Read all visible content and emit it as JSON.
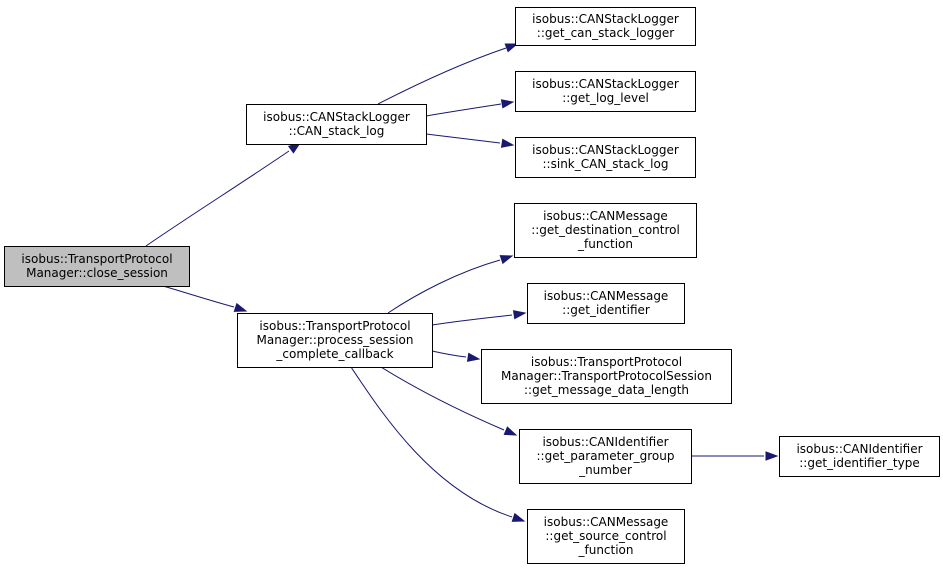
{
  "colors": {
    "edge": "#191970",
    "node_border": "#000000",
    "node_fill": "#ffffff",
    "root_fill": "#bfbfbf"
  },
  "nodes": [
    {
      "id": "close_session",
      "root": true,
      "lines": [
        "isobus::TransportProtocol",
        "Manager::close_session"
      ]
    },
    {
      "id": "can_stack_log",
      "lines": [
        "isobus::CANStackLogger",
        "::CAN_stack_log"
      ]
    },
    {
      "id": "process_session_complete_callback",
      "lines": [
        "isobus::TransportProtocol",
        "Manager::process_session",
        "_complete_callback"
      ]
    },
    {
      "id": "get_can_stack_logger",
      "lines": [
        "isobus::CANStackLogger",
        "::get_can_stack_logger"
      ]
    },
    {
      "id": "get_log_level",
      "lines": [
        "isobus::CANStackLogger",
        "::get_log_level"
      ]
    },
    {
      "id": "sink_can_stack_log",
      "lines": [
        "isobus::CANStackLogger",
        "::sink_CAN_stack_log"
      ]
    },
    {
      "id": "get_destination_control_function",
      "lines": [
        "isobus::CANMessage",
        "::get_destination_control",
        "_function"
      ]
    },
    {
      "id": "get_identifier",
      "lines": [
        "isobus::CANMessage",
        "::get_identifier"
      ]
    },
    {
      "id": "get_message_data_length",
      "lines": [
        "isobus::TransportProtocol",
        "Manager::TransportProtocolSession",
        "::get_message_data_length"
      ]
    },
    {
      "id": "get_parameter_group_number",
      "lines": [
        "isobus::CANIdentifier",
        "::get_parameter_group",
        "_number"
      ]
    },
    {
      "id": "get_source_control_function",
      "lines": [
        "isobus::CANMessage",
        "::get_source_control",
        "_function"
      ]
    },
    {
      "id": "get_identifier_type",
      "lines": [
        "isobus::CANIdentifier",
        "::get_identifier_type"
      ]
    }
  ],
  "edges": [
    {
      "from": "close_session",
      "to": "can_stack_log"
    },
    {
      "from": "close_session",
      "to": "process_session_complete_callback"
    },
    {
      "from": "can_stack_log",
      "to": "get_can_stack_logger"
    },
    {
      "from": "can_stack_log",
      "to": "get_log_level"
    },
    {
      "from": "can_stack_log",
      "to": "sink_can_stack_log"
    },
    {
      "from": "process_session_complete_callback",
      "to": "get_destination_control_function"
    },
    {
      "from": "process_session_complete_callback",
      "to": "get_identifier"
    },
    {
      "from": "process_session_complete_callback",
      "to": "get_message_data_length"
    },
    {
      "from": "process_session_complete_callback",
      "to": "get_parameter_group_number"
    },
    {
      "from": "process_session_complete_callback",
      "to": "get_source_control_function"
    },
    {
      "from": "get_parameter_group_number",
      "to": "get_identifier_type"
    }
  ]
}
